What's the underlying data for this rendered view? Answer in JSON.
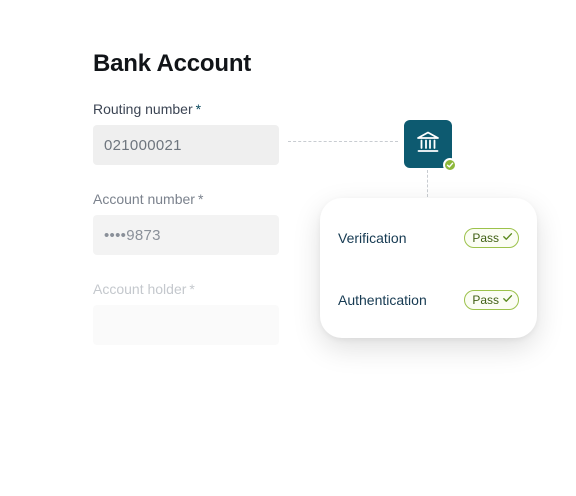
{
  "form": {
    "title": "Bank Account",
    "routing": {
      "label": "Routing number",
      "required_mark": "*",
      "value": "021000021"
    },
    "account": {
      "label": "Account number",
      "required_mark": "*",
      "value": "••••9873"
    },
    "holder": {
      "label": "Account holder",
      "required_mark": "*",
      "value": ""
    }
  },
  "bank_badge": {
    "icon": "bank-icon",
    "status_icon": "check-icon",
    "tile_color": "#0d5a70",
    "status_color": "#8db83a"
  },
  "checks": [
    {
      "label": "Verification",
      "status": "Pass",
      "status_icon": "check-icon"
    },
    {
      "label": "Authentication",
      "status": "Pass",
      "status_icon": "check-icon"
    }
  ],
  "colors": {
    "pass_border": "#9cc24b",
    "pass_text": "#3f5f12",
    "check_label": "#163a52"
  }
}
